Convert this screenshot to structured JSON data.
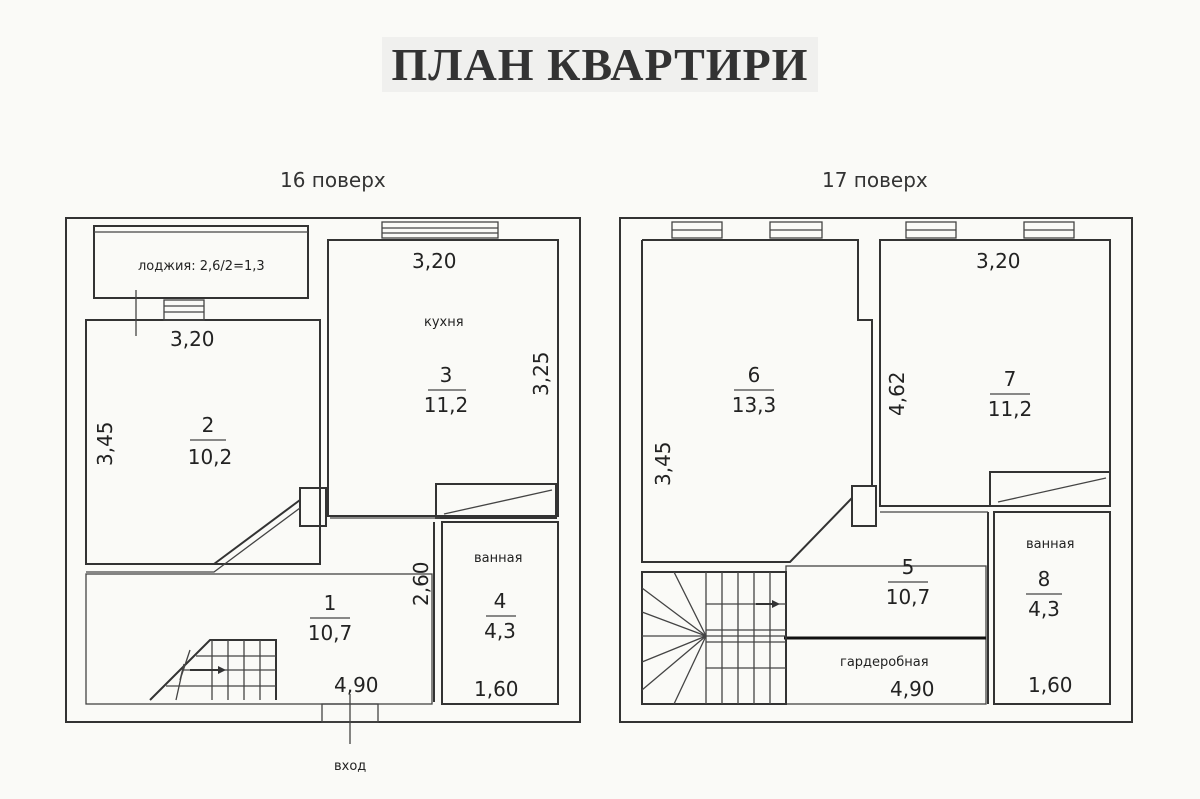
{
  "title": "ПЛАН КВАРТИРИ",
  "floors": [
    {
      "label": "16 поверх",
      "loggia": "лоджия: 2,6/2=1,3",
      "kitchen": "кухня",
      "bath": "ванная",
      "entrance": "вход",
      "rooms": [
        {
          "num": "1",
          "area": "10,7"
        },
        {
          "num": "2",
          "area": "10,2"
        },
        {
          "num": "3",
          "area": "11,2"
        },
        {
          "num": "4",
          "area": "4,3"
        }
      ],
      "dims": {
        "room2_top": "3,20",
        "room2_side": "3,45",
        "room3_top": "3,20",
        "room3_side": "3,25",
        "hall_side": "2,60",
        "hall_bottom": "4,90",
        "bath_bottom": "1,60"
      }
    },
    {
      "label": "17 поверх",
      "bath": "ванная",
      "wardrobe": "гардеробная",
      "rooms": [
        {
          "num": "5",
          "area": "10,7"
        },
        {
          "num": "6",
          "area": "13,3"
        },
        {
          "num": "7",
          "area": "11,2"
        },
        {
          "num": "8",
          "area": "4,3"
        }
      ],
      "dims": {
        "room6_side": "3,45",
        "room7_side": "4,62",
        "room7_top": "3,20",
        "hall_bottom": "4,90",
        "bath_bottom": "1,60"
      }
    }
  ]
}
